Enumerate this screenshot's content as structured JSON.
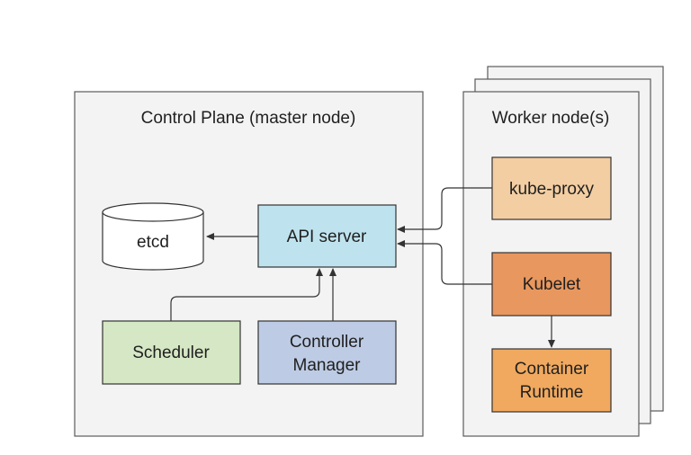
{
  "control_plane": {
    "title": "Control Plane (master node)",
    "etcd": "etcd",
    "api_server": "API server",
    "scheduler": "Scheduler",
    "controller_manager": {
      "line1": "Controller",
      "line2": "Manager"
    }
  },
  "worker": {
    "title": "Worker node(s)",
    "kube_proxy": "kube-proxy",
    "kubelet": "Kubelet",
    "container_runtime": {
      "line1": "Container",
      "line2": "Runtime"
    }
  },
  "colors": {
    "panel_fill": "#f3f3f3",
    "panel_stroke": "#5b5b5b",
    "api_server": "#bfe3ee",
    "scheduler": "#d5e7c4",
    "controller_manager": "#bdcbe4",
    "kube_proxy": "#f3cea3",
    "kubelet": "#e8975e",
    "container_runtime": "#f0a95f",
    "line": "#333333"
  }
}
